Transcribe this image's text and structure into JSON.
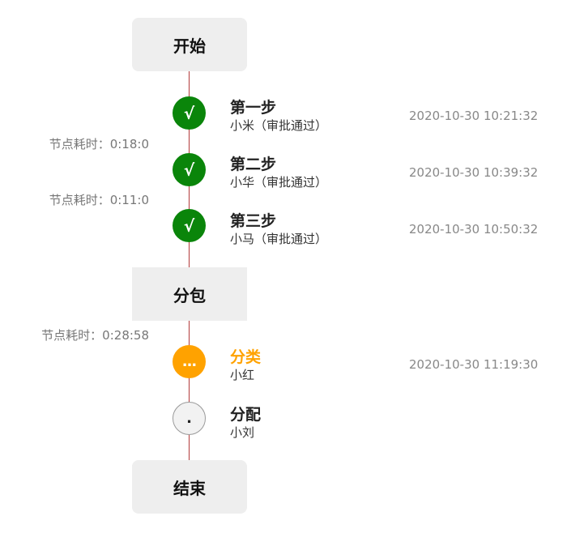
{
  "colors": {
    "line": "#b23a3a",
    "done": "#0a850a",
    "active": "#ffa200",
    "box_bg": "#eeeeee",
    "time_text": "#888888"
  },
  "start": {
    "label": "开始"
  },
  "steps": [
    {
      "title": "第一步",
      "subtitle": "小米（审批通过）",
      "time": "2020-10-30 10:21:32",
      "status": "done",
      "icon": "√"
    },
    {
      "title": "第二步",
      "subtitle": "小华（审批通过）",
      "time": "2020-10-30 10:39:32",
      "status": "done",
      "icon": "√"
    },
    {
      "title": "第三步",
      "subtitle": "小马（审批通过）",
      "time": "2020-10-30 10:50:32",
      "status": "done",
      "icon": "√"
    }
  ],
  "durations": [
    "节点耗时：0:18:0",
    "节点耗时：0:11:0",
    "节点耗时：0:28:58"
  ],
  "branch": {
    "label": "分包"
  },
  "substeps": [
    {
      "title": "分类",
      "subtitle": "小红",
      "time": "2020-10-30 11:19:30",
      "status": "active",
      "icon": "..."
    },
    {
      "title": "分配",
      "subtitle": "小刘",
      "time": "",
      "status": "pending",
      "icon": "."
    }
  ],
  "end": {
    "label": "结束"
  }
}
